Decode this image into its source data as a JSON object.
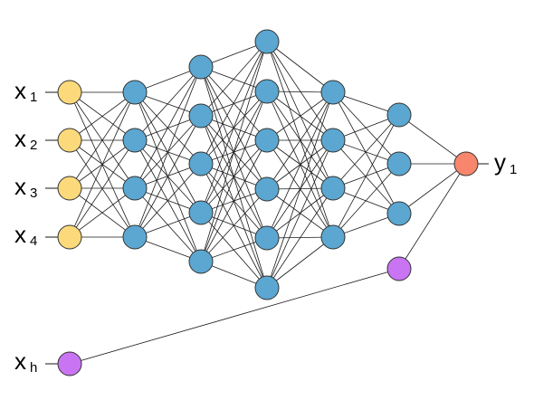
{
  "colors": {
    "input": "#FCD97B",
    "hidden": "#5BA7D1",
    "extra": "#C974F2",
    "output": "#F7866D"
  },
  "labels": {
    "inputs": [
      {
        "main": "x",
        "sub": "1"
      },
      {
        "main": "x",
        "sub": "2"
      },
      {
        "main": "x",
        "sub": "3"
      },
      {
        "main": "x",
        "sub": "4"
      }
    ],
    "extra_input": {
      "main": "x",
      "sub": "h"
    },
    "output": {
      "main": "y",
      "sub": "1"
    }
  },
  "network": {
    "layer_sizes": [
      4,
      4,
      5,
      6,
      4,
      3,
      1
    ],
    "extra_path": [
      "extra-input",
      "extra-hidden",
      "output"
    ]
  }
}
